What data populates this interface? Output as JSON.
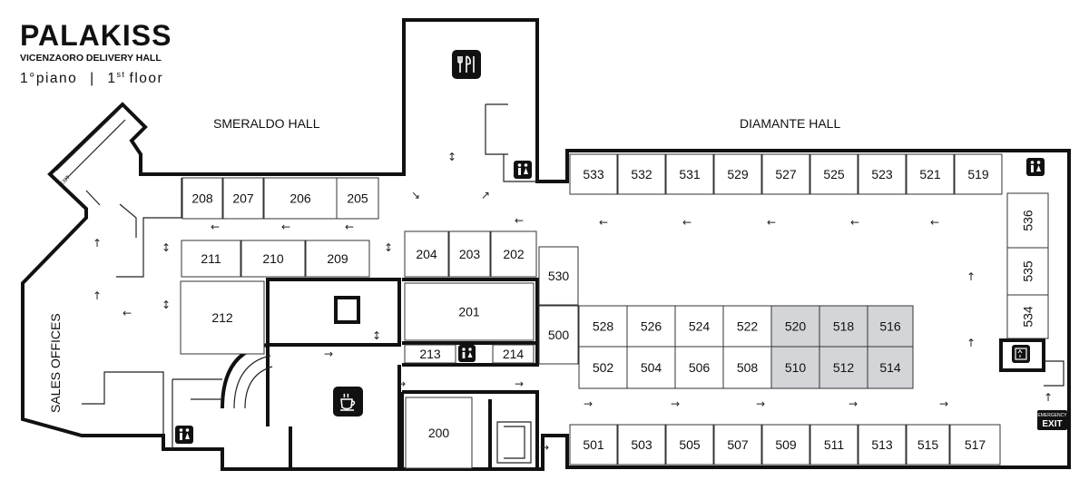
{
  "header": {
    "brand": "PALAKISS",
    "subtitle": "VICENZAORO DELIVERY HALL",
    "floor_it": "1°piano",
    "separator": "|",
    "floor_en_num": "1",
    "floor_en_sup": "st",
    "floor_en_word": "floor"
  },
  "halls": {
    "smeraldo": "SMERALDO HALL",
    "diamante": "DIAMANTE HALL",
    "sales": "SALES OFFICES"
  },
  "booths": [
    {
      "id": "533",
      "status": "available"
    },
    {
      "id": "532",
      "status": "available"
    },
    {
      "id": "531",
      "status": "available"
    },
    {
      "id": "529",
      "status": "available"
    },
    {
      "id": "527",
      "status": "available"
    },
    {
      "id": "525",
      "status": "available"
    },
    {
      "id": "523",
      "status": "available"
    },
    {
      "id": "521",
      "status": "available"
    },
    {
      "id": "519",
      "status": "available"
    },
    {
      "id": "528",
      "status": "available"
    },
    {
      "id": "526",
      "status": "available"
    },
    {
      "id": "524",
      "status": "available"
    },
    {
      "id": "522",
      "status": "available"
    },
    {
      "id": "520",
      "status": "highlighted"
    },
    {
      "id": "518",
      "status": "highlighted"
    },
    {
      "id": "516",
      "status": "highlighted"
    },
    {
      "id": "502",
      "status": "available"
    },
    {
      "id": "504",
      "status": "available"
    },
    {
      "id": "506",
      "status": "available"
    },
    {
      "id": "508",
      "status": "available"
    },
    {
      "id": "510",
      "status": "highlighted"
    },
    {
      "id": "512",
      "status": "highlighted"
    },
    {
      "id": "514",
      "status": "highlighted"
    },
    {
      "id": "501",
      "status": "available"
    },
    {
      "id": "503",
      "status": "available"
    },
    {
      "id": "505",
      "status": "available"
    },
    {
      "id": "507",
      "status": "available"
    },
    {
      "id": "509",
      "status": "available"
    },
    {
      "id": "511",
      "status": "available"
    },
    {
      "id": "513",
      "status": "available"
    },
    {
      "id": "515",
      "status": "available"
    },
    {
      "id": "517",
      "status": "available"
    },
    {
      "id": "530",
      "status": "available"
    },
    {
      "id": "500",
      "status": "available"
    },
    {
      "id": "536",
      "status": "available"
    },
    {
      "id": "535",
      "status": "available"
    },
    {
      "id": "534",
      "status": "available"
    },
    {
      "id": "208",
      "status": "available"
    },
    {
      "id": "207",
      "status": "available"
    },
    {
      "id": "206",
      "status": "available"
    },
    {
      "id": "205",
      "status": "available"
    },
    {
      "id": "211",
      "status": "available"
    },
    {
      "id": "210",
      "status": "available"
    },
    {
      "id": "209",
      "status": "available"
    },
    {
      "id": "204",
      "status": "available"
    },
    {
      "id": "203",
      "status": "available"
    },
    {
      "id": "202",
      "status": "available"
    },
    {
      "id": "201",
      "status": "available"
    },
    {
      "id": "212",
      "status": "available"
    },
    {
      "id": "213",
      "status": "available"
    },
    {
      "id": "214",
      "status": "available"
    },
    {
      "id": "200",
      "status": "available"
    }
  ],
  "signs": {
    "exit_small": "EXIT",
    "emergency": "EMERGENCY",
    "exit": "EXIT"
  },
  "icons": [
    "restaurant-icon",
    "cafe-icon",
    "restroom-icon",
    "elevator-icon",
    "stairs-icon",
    "emergency-exit-sign"
  ],
  "colors": {
    "wall": "#111111",
    "highlight": "#d3d5d9",
    "booth_fill": "#ffffff"
  }
}
